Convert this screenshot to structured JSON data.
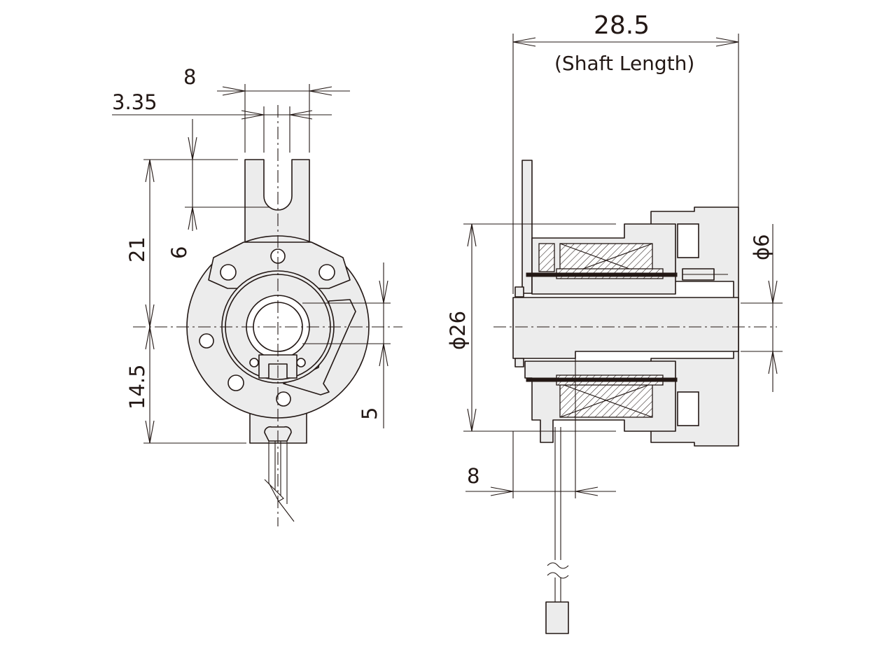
{
  "dimensions": {
    "slot_width": "8",
    "slot_offset": "3.35",
    "height_upper": "21",
    "slot_depth": "6",
    "height_lower": "14.5",
    "shaft_flat": "5",
    "shaft_length": "28.5",
    "shaft_length_label": "(Shaft Length)",
    "body_diameter": "ϕ26",
    "shaft_diameter": "ϕ6",
    "shaft_offset": "8"
  }
}
